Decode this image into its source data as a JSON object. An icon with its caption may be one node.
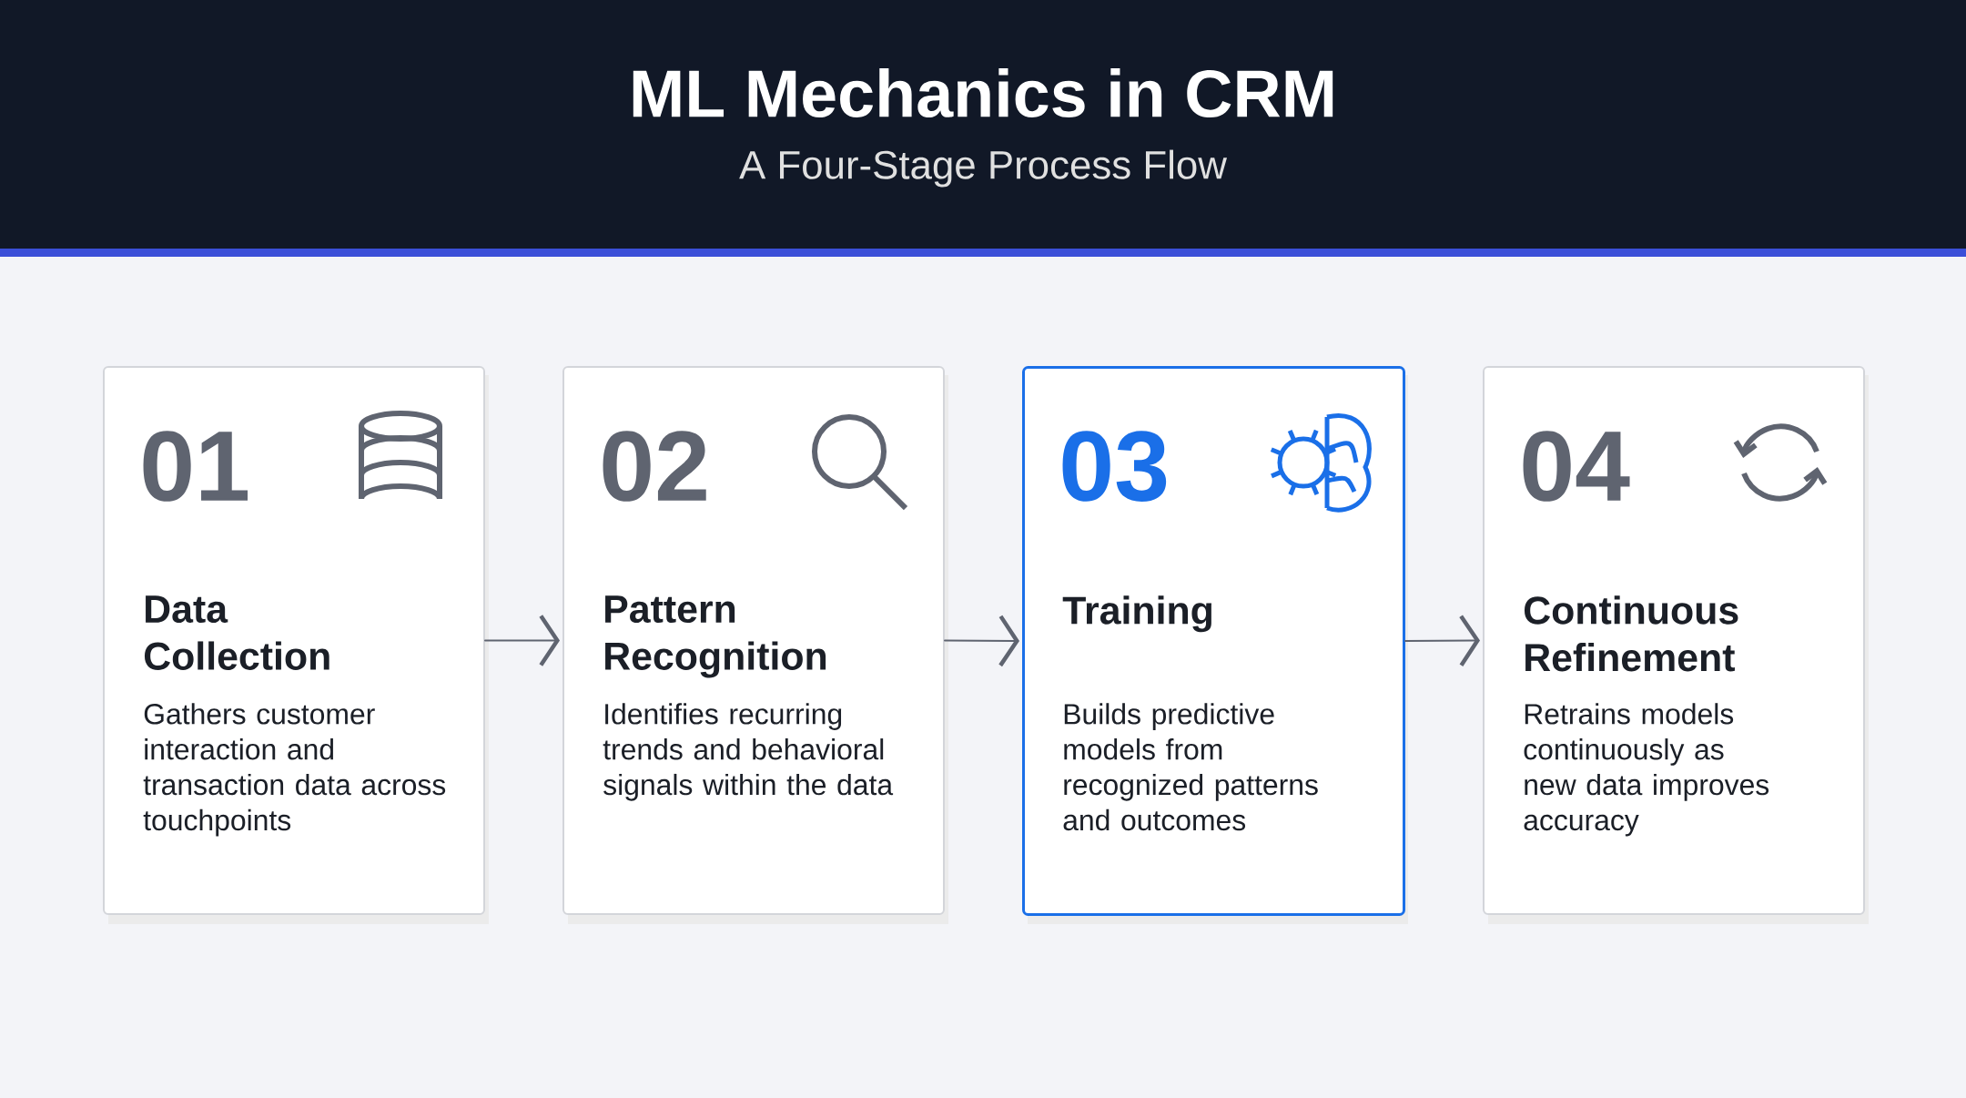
{
  "diagram": {
    "title": "ML Mechanics in CRM",
    "caption": "A Four-Stage Process Flow",
    "nodes": [
      {
        "text": [
          "01",
          "Data Collection",
          "Gathers customer interaction and transaction data across touchpoints"
        ]
      },
      {
        "text": [
          "02",
          "Pattern Recognition",
          "Identifies recurring trends and behavioral signals within the data"
        ]
      },
      {
        "text": [
          "03",
          "Training",
          "Builds predictive models from recognized patterns and outcomes"
        ]
      },
      {
        "text": [
          "04",
          "Continuous Refinement",
          "Retrains models continuously as new data improves accuracy"
        ]
      }
    ],
    "edges": [
      {
        "from": 0,
        "to": 1,
        "arrow": "to"
      },
      {
        "from": 1,
        "to": 2,
        "arrow": "to"
      },
      {
        "from": 2,
        "to": 3,
        "arrow": "to"
      }
    ]
  }
}
